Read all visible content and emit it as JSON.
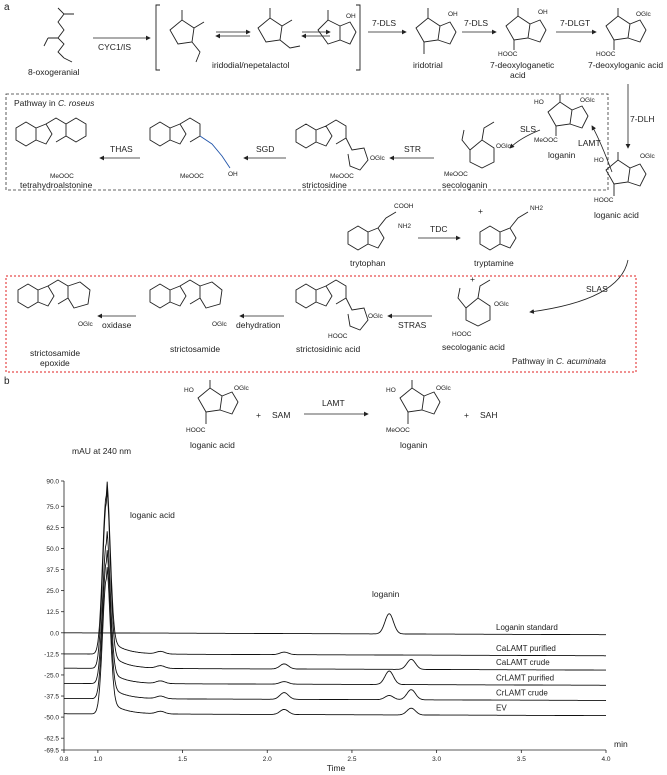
{
  "panel_a": {
    "letter": "a",
    "compounds": {
      "oxogeranial": "8-oxogeranial",
      "iridodial": "iridodial/nepetalactol",
      "iridotrial": "iridotrial",
      "deoxyloganetic": "7-deoxyloganetic",
      "deoxyloganetic_2": "acid",
      "deoxyloganic": "7-deoxyloganic acid",
      "loganin": "loganin",
      "secologanin": "secologanin",
      "strictosidine": "strictosidine",
      "tetrahydroalstonine": "tetrahydroalstonine",
      "loganic_acid": "loganic acid",
      "trytophan": "trytophan",
      "tryptamine": "tryptamine",
      "secologanic_acid": "secologanic acid",
      "strictosidinic_acid": "strictosidinic acid",
      "strictosamide": "strictosamide",
      "strictosamide_epoxide_1": "strictosamide",
      "strictosamide_epoxide_2": "epoxide"
    },
    "enzymes": {
      "cyc": "CYC1/IS",
      "dls1": "7-DLS",
      "dls2": "7-DLS",
      "dlgt": "7-DLGT",
      "dlh": "7-DLH",
      "lamt": "LAMT",
      "sls": "SLS",
      "str": "STR",
      "sgd": "SGD",
      "thas": "THAS",
      "tdc": "TDC",
      "slas": "SLAS",
      "stras": "STRAS",
      "dehydration": "dehydration",
      "oxidase": "oxidase"
    },
    "pathway_roseus_prefix": "Pathway in ",
    "pathway_roseus_species": "C. roseus",
    "pathway_acuminata_prefix": "Pathway in ",
    "pathway_acuminata_species": "C. acuminata",
    "groups": {
      "ogle": "OGlc",
      "meooc": "MeOOC",
      "hooc": "HOOC",
      "oh": "OH",
      "ho": "HO",
      "nh2": "NH2",
      "cooh": "COOH",
      "plus": "+"
    }
  },
  "panel_b": {
    "letter": "b",
    "reaction": {
      "substrate": "loganic acid",
      "plus1": "+",
      "sam": "SAM",
      "enzyme": "LAMT",
      "product": "loganin",
      "plus2": "+",
      "sah": "SAH"
    }
  },
  "chart_data": {
    "type": "line",
    "title": "mAU at 240 nm",
    "xlabel": "Time",
    "x_unit": "min",
    "ylabel": "",
    "xlim": [
      0.8,
      4.0
    ],
    "ylim": [
      -69.5,
      90.0
    ],
    "xticks": [
      "0.8",
      "1.0",
      "1.5",
      "2.0",
      "2.5",
      "3.0",
      "3.5",
      "4.0"
    ],
    "yticks": [
      "90.0",
      "75.0",
      "62.5",
      "50.0",
      "37.5",
      "25.0",
      "12.5",
      "0.0",
      "-12.5",
      "-25.0",
      "-37.5",
      "-50.0",
      "-62.5",
      "-69.5"
    ],
    "annotations": [
      "loganic acid",
      "loganin"
    ],
    "series": [
      {
        "name": "Loganin standard",
        "baseline": 0.0,
        "peaks": [
          [
            2.72,
            12
          ]
        ]
      },
      {
        "name": "CaLAMT purified",
        "baseline": -12.5,
        "peaks": [
          [
            1.05,
            94
          ],
          [
            1.37,
            1.5
          ],
          [
            2.1,
            1.5
          ]
        ]
      },
      {
        "name": "CaLAMT crude",
        "baseline": -21.0,
        "peaks": [
          [
            1.05,
            98
          ],
          [
            1.37,
            1.5
          ],
          [
            2.1,
            3
          ],
          [
            2.85,
            6
          ]
        ]
      },
      {
        "name": "CrLAMT purified",
        "baseline": -30.0,
        "peaks": [
          [
            1.05,
            83
          ],
          [
            1.37,
            1.5
          ],
          [
            2.1,
            1.5
          ],
          [
            2.72,
            8
          ]
        ]
      },
      {
        "name": "CrLAMT crude",
        "baseline": -39.0,
        "peaks": [
          [
            1.05,
            81
          ],
          [
            1.37,
            1.5
          ],
          [
            2.1,
            4
          ],
          [
            2.72,
            2.5
          ],
          [
            2.85,
            6
          ]
        ]
      },
      {
        "name": "EV",
        "baseline": -48.0,
        "peaks": [
          [
            1.05,
            80
          ],
          [
            1.37,
            1.5
          ],
          [
            2.1,
            3
          ],
          [
            2.85,
            4
          ]
        ]
      }
    ]
  }
}
